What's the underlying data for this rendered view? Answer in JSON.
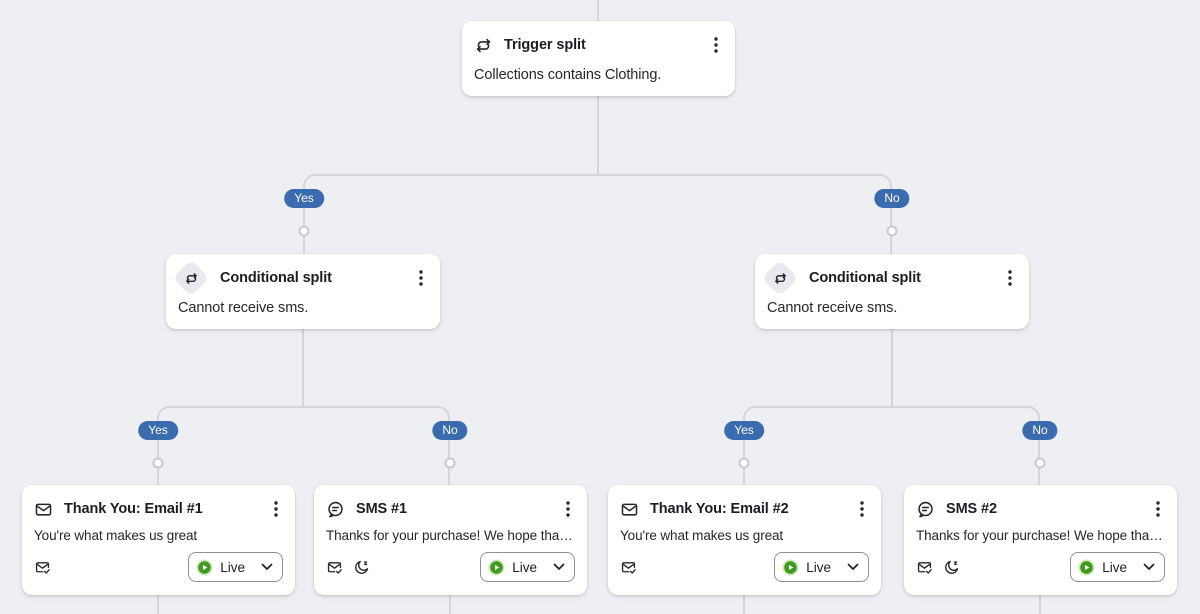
{
  "flow": {
    "trigger_split": {
      "title": "Trigger split",
      "description": "Collections contains Clothing."
    },
    "branch_labels": {
      "yes": "Yes",
      "no": "No"
    },
    "conditional_splits": [
      {
        "title": "Conditional split",
        "description": "Cannot receive sms."
      },
      {
        "title": "Conditional split",
        "description": "Cannot receive sms."
      }
    ],
    "actions": [
      {
        "type": "email",
        "title": "Thank You: Email #1",
        "preview": "You're what makes us great",
        "status": "Live"
      },
      {
        "type": "sms",
        "title": "SMS #1",
        "preview": "Thanks for your purchase! We hope that ...",
        "status": "Live"
      },
      {
        "type": "email",
        "title": "Thank You: Email #2",
        "preview": "You're what makes us great",
        "status": "Live"
      },
      {
        "type": "sms",
        "title": "SMS #2",
        "preview": "Thanks for your purchase! We hope that ...",
        "status": "Live"
      }
    ]
  },
  "colors": {
    "badge_blue": "#3a6bae",
    "live_green": "#3f9b1d",
    "live_green_halo": "#cfe5b8",
    "connector_gray": "#d4d5da",
    "canvas_bg": "#edeff2"
  }
}
